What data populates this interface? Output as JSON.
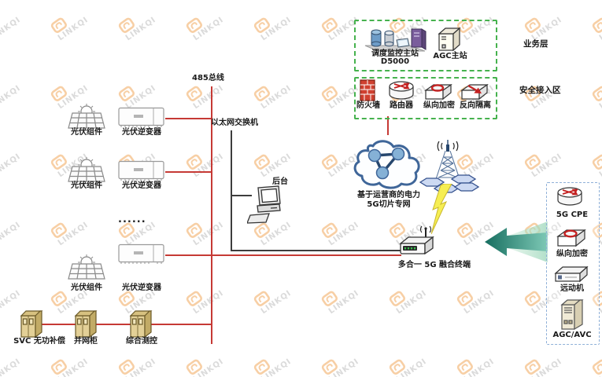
{
  "watermark": {
    "text": "LINKQI"
  },
  "pv": {
    "module_label": "光伏组件",
    "inverter_label": "光伏逆变器",
    "dots": "......",
    "bus_label": "485总线",
    "switch_label": "以太网交换机"
  },
  "backend": {
    "label": "后台"
  },
  "business_zone": {
    "zone_label": "业务层",
    "scada": {
      "label": "调度监控主站",
      "sublabel": "D5000"
    },
    "agc": {
      "label": "AGC主站"
    }
  },
  "security_zone": {
    "zone_label": "安全接入区",
    "firewall": "防火墙",
    "router": "路由器",
    "encrypt": "纵向加密",
    "isolation": "反向隔离"
  },
  "network": {
    "cloud_line1": "基于运营商的电力",
    "cloud_line2": "5G切片专网",
    "terminal_label": "多合一 5G 融合终端"
  },
  "station_box": {
    "cpe": "5G CPE",
    "encrypt": "纵向加密",
    "rtu": "远动机",
    "agc": "AGC/AVC"
  },
  "bottom": {
    "svc": "SVC 无功补偿",
    "grid_cabinet": "并网柜",
    "measure": "综合测控"
  },
  "colors": {
    "line_red": "#c63a35",
    "line_black": "#3d3d3d",
    "zone_green": "#46b24e",
    "box_blue": "#8fb0d8",
    "cloud_blue": "#3f6699",
    "arrow_teal": "#2f8f7f",
    "watermark_orange": "#f2a95c"
  }
}
